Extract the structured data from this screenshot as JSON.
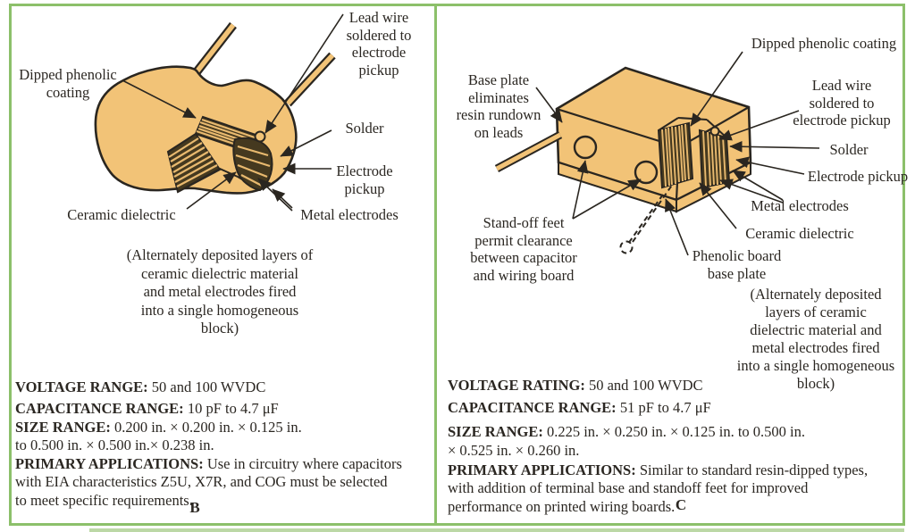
{
  "figure": {
    "panel_b_letter": "B",
    "panel_c_letter": "C",
    "colors": {
      "border_green": "#8cc06a",
      "body_tan": "#f2c377",
      "electrode_dark": "#45391f",
      "stripe_tan": "#e8b96f",
      "outline": "#2a2620",
      "text": "#2b2722"
    }
  },
  "panel_b": {
    "labels": {
      "dipped_phenolic": "Dipped phenolic\ncoating",
      "lead_wire": "Lead wire\nsoldered to\nelectrode\npickup",
      "solder": "Solder",
      "electrode_pickup": "Electrode\npickup",
      "ceramic_dielectric": "Ceramic dielectric",
      "metal_electrodes": "Metal electrodes"
    },
    "caption": "(Alternately deposited layers of\nceramic dielectric material\nand metal electrodes fired\ninto a single homogeneous\nblock)",
    "specs": [
      {
        "label": "VOLTAGE RANGE:",
        "value": " 50 and 100 WVDC"
      },
      {
        "label": "CAPACITANCE RANGE:",
        "value": " 10 pF to 4.7 μF"
      },
      {
        "label": "SIZE RANGE:",
        "value": " 0.200 in.  × 0.200 in. × 0.125 in.\nto 0.500 in. × 0.500 in.× 0.238 in."
      },
      {
        "label": "PRIMARY APPLICATIONS:",
        "value": " Use in circuitry where capacitors\nwith EIA characteristics Z5U, X7R, and COG must be selected\nto meet specific requirements."
      }
    ]
  },
  "panel_c": {
    "labels": {
      "dipped_phenolic": "Dipped phenolic coating",
      "base_plate": "Base plate\neliminates\nresin rundown\non leads",
      "lead_wire": "Lead wire\nsoldered to\nelectrode pickup",
      "solder": "Solder",
      "electrode_pickup": "Electrode pickup",
      "metal_electrodes": "Metal electrodes",
      "ceramic_dielectric": "Ceramic dielectric",
      "standoff_feet": "Stand-off feet\npermit clearance\nbetween capacitor\nand wiring board",
      "phenolic_board": "Phenolic board\nbase plate"
    },
    "caption": "(Alternately deposited\nlayers of ceramic\ndielectric material and\nmetal electrodes fired\ninto a single homogeneous\nblock)",
    "specs": [
      {
        "label": "VOLTAGE RATING:",
        "value": " 50 and 100 WVDC"
      },
      {
        "label": "CAPACITANCE RANGE:",
        "value": " 51 pF to 4.7 μF"
      },
      {
        "label": "SIZE RANGE:",
        "value": " 0.225 in. × 0.250 in. × 0.125 in. to 0.500 in.\n× 0.525 in. × 0.260 in."
      },
      {
        "label": "PRIMARY APPLICATIONS:",
        "value": " Similar to standard resin-dipped types,\nwith addition of terminal base and standoff feet for improved\nperformance on printed wiring boards."
      }
    ]
  }
}
